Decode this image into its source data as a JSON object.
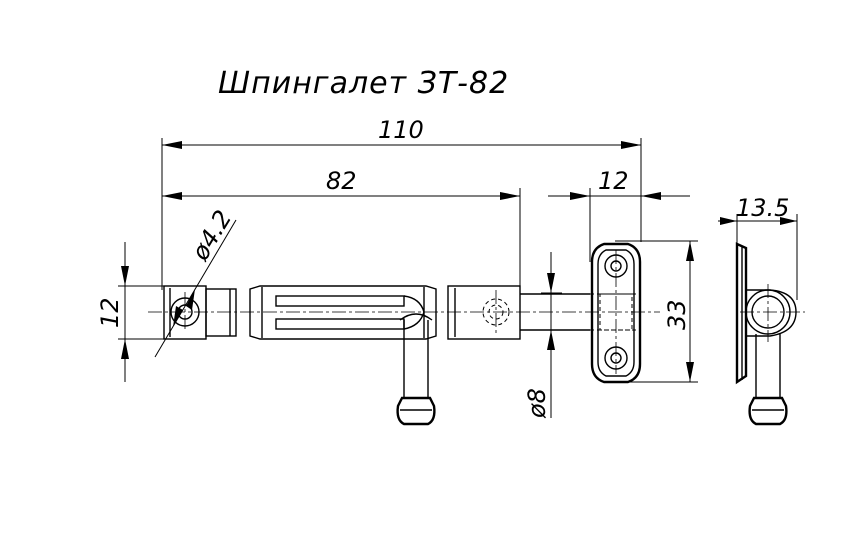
{
  "title": "Шпингалет ЗТ-82",
  "dimensions": {
    "overall_length": "110",
    "bolt_body_length": "82",
    "strike_width": "12",
    "side_depth": "13.5",
    "mount_hole_diameter": "ø4.2",
    "body_height": "12",
    "strike_height": "33",
    "bolt_diameter": "ø8"
  }
}
